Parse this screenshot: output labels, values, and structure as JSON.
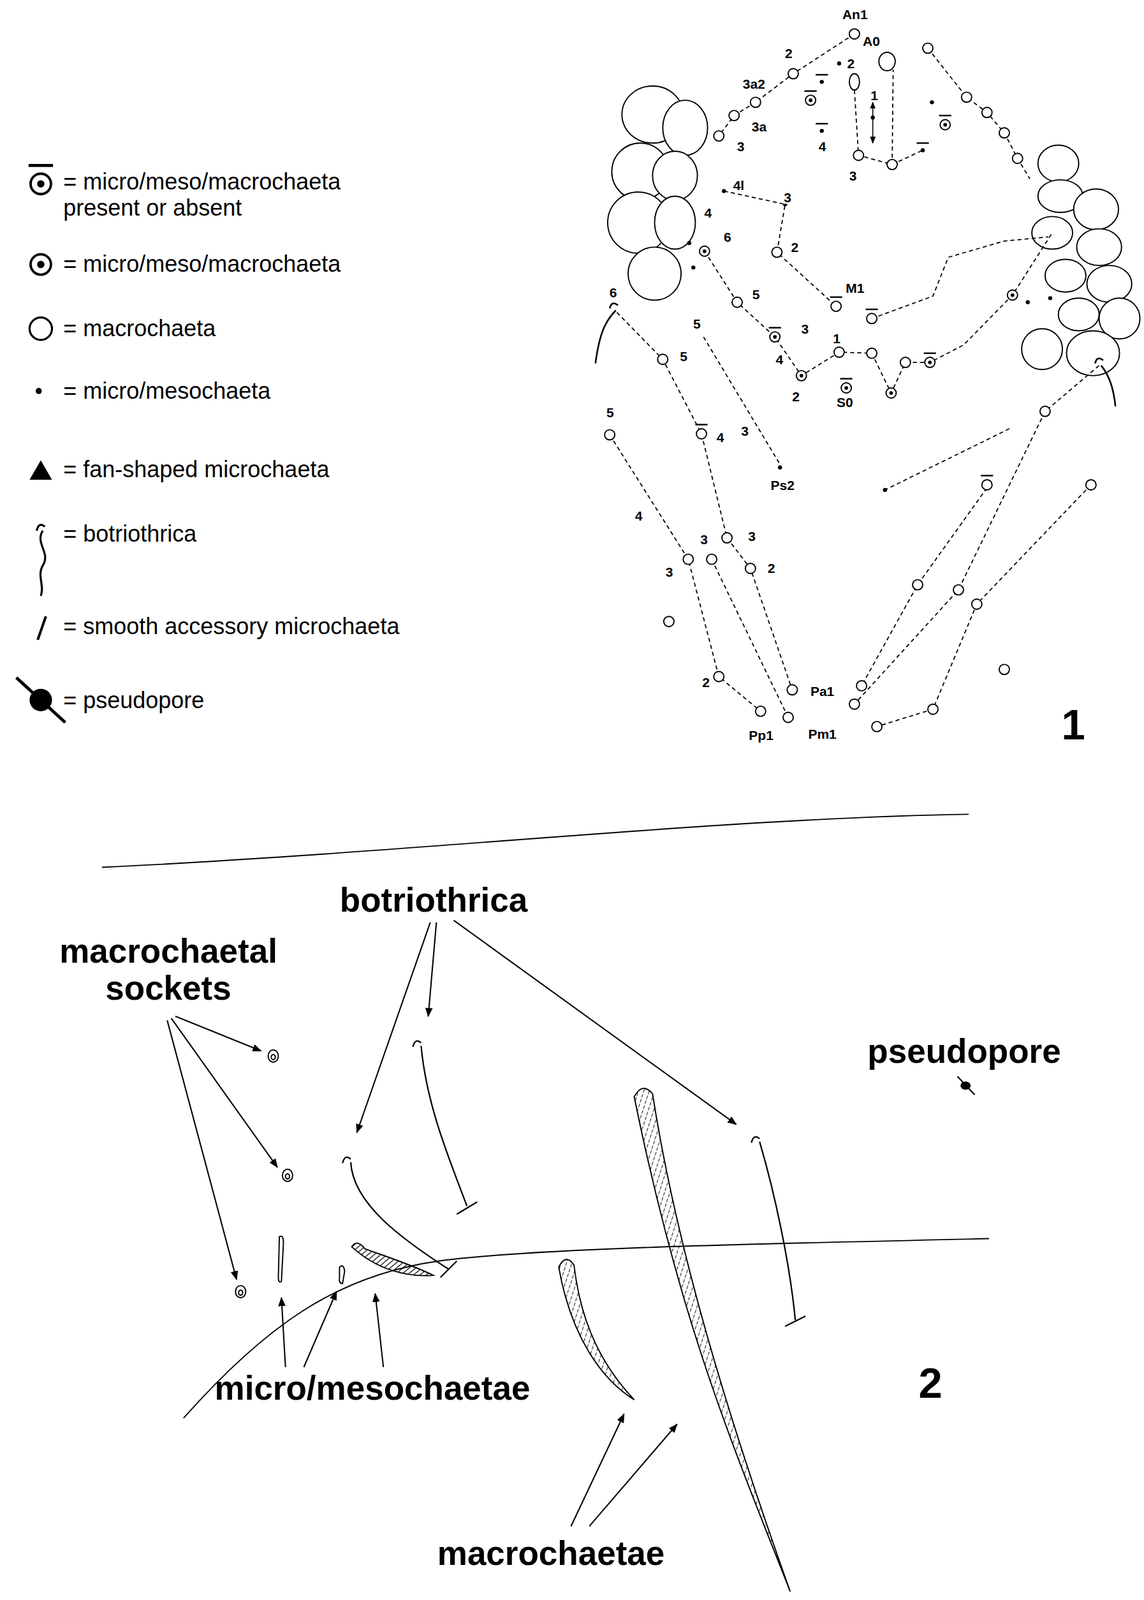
{
  "diagram": {
    "labels": [
      "An1",
      "A0",
      "2",
      "2",
      "1",
      "3a2",
      "3a",
      "3",
      "4",
      "3",
      "4l",
      "3",
      "4",
      "6",
      "2",
      "M1",
      "6",
      "5",
      "5",
      "3",
      "1",
      "5",
      "4",
      "2",
      "S0",
      "5",
      "4",
      "3",
      "Ps2",
      "4",
      "3",
      "3",
      "3",
      "2",
      "2",
      "Pa1",
      "Pp1",
      "Pm1",
      "1",
      "macrochaetal sockets",
      "botriothrica",
      "pseudopore",
      "micro/mesochaetae",
      "macrochaetae",
      "2"
    ],
    "legend": [
      {
        "text": "= micro/meso/macrochaeta present or absent"
      },
      {
        "text": "= micro/meso/macrochaeta"
      },
      {
        "text": "= macrochaeta"
      },
      {
        "text": "= micro/mesochaeta"
      },
      {
        "text": "= fan-shaped microchaeta"
      },
      {
        "text": "= botriothrica"
      },
      {
        "text": "= smooth accessory microchaeta"
      },
      {
        "text": "= pseudopore"
      }
    ]
  }
}
